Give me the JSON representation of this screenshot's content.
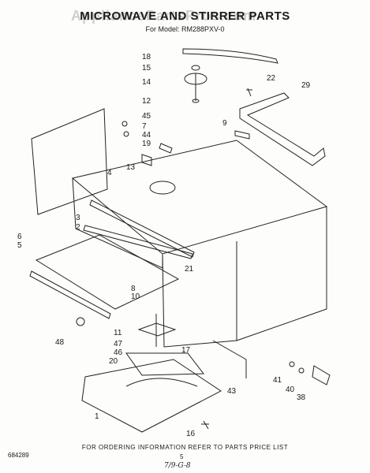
{
  "watermark": "AppliancePartsPros.com",
  "title": "MICROWAVE AND STIRRER PARTS",
  "subtitle": "For Model: RM288PXV-0",
  "footer_note": "FOR ORDERING INFORMATION REFER TO PARTS PRICE LIST",
  "doc_number": "684289",
  "page_number": "5",
  "handwritten_date": "7/9-G-8",
  "callouts": [
    "18",
    "15",
    "14",
    "12",
    "22",
    "29",
    "45",
    "7",
    "44",
    "19",
    "13",
    "4",
    "9",
    "3",
    "2",
    "6",
    "5",
    "21",
    "8",
    "10",
    "48",
    "11",
    "47",
    "46",
    "20",
    "17",
    "43",
    "1",
    "16",
    "41",
    "40",
    "38"
  ]
}
